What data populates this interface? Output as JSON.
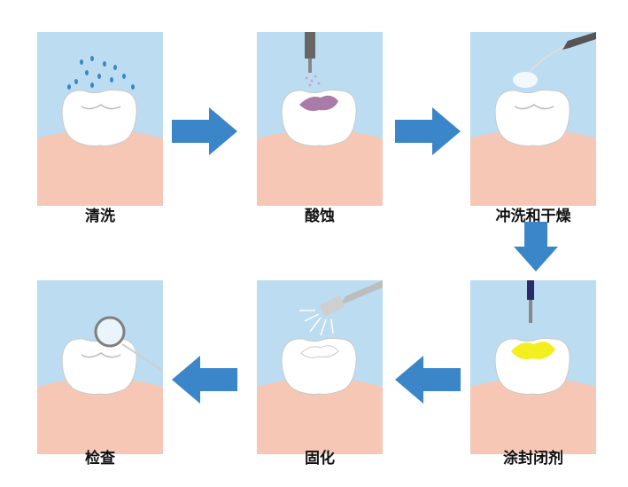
{
  "steps": [
    {
      "label": "清洗",
      "tool": "water-drops"
    },
    {
      "label": "酸蚀",
      "tool": "acid-applicator"
    },
    {
      "label": "冲洗和干燥",
      "tool": "air-water-syringe"
    },
    {
      "label": "涂封闭剂",
      "tool": "sealant-applicator"
    },
    {
      "label": "固化",
      "tool": "curing-light"
    },
    {
      "label": "检查",
      "tool": "dental-mirror"
    }
  ],
  "colors": {
    "background_top": "#bcdcf1",
    "gum": "#f6c7b4",
    "tooth": "#ffffff",
    "arrow": "#3a86c8",
    "etch": "#a87ba8",
    "sealant": "#f3ef1f"
  },
  "flow": [
    "right",
    "right",
    "down",
    "left",
    "left"
  ]
}
